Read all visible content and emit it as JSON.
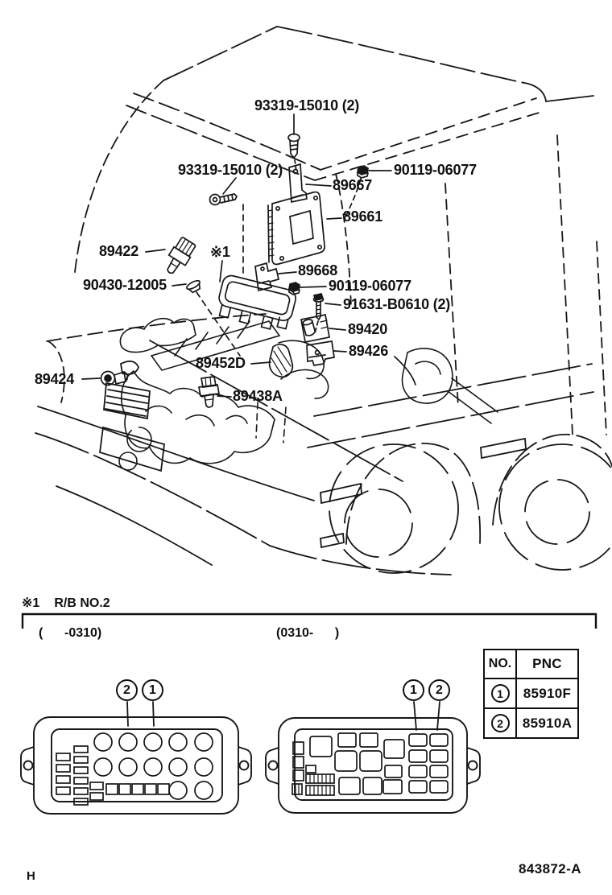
{
  "diagram": {
    "part_labels": [
      {
        "text": "93319-15010 (2)"
      },
      {
        "text": "93319-15010 (2)"
      },
      {
        "text": "90119-06077"
      },
      {
        "text": "89667"
      },
      {
        "text": "89661"
      },
      {
        "text": "89422"
      },
      {
        "text": "※1"
      },
      {
        "text": "89668"
      },
      {
        "text": "90430-12005"
      },
      {
        "text": "90119-06077"
      },
      {
        "text": "91631-B0610 (2)"
      },
      {
        "text": "89420"
      },
      {
        "text": "89426"
      },
      {
        "text": "89452D"
      },
      {
        "text": "89424"
      },
      {
        "text": "89438A"
      }
    ]
  },
  "note_section": {
    "marker": "※1",
    "title": "R/B NO.2",
    "variant_left": "(      -0310)",
    "variant_right": "(0310-      )"
  },
  "pnc_table": {
    "headers": [
      "NO.",
      "PNC"
    ],
    "rows": [
      {
        "no": "1",
        "pnc": "85910F"
      },
      {
        "no": "2",
        "pnc": "85910A"
      }
    ]
  },
  "callouts": {
    "left_box": [
      "2",
      "1"
    ],
    "right_box": [
      "1",
      "2"
    ]
  },
  "footer": {
    "left": "H",
    "right": "843872-A"
  },
  "colors": {
    "ink": "#111111",
    "paper": "#ffffff"
  }
}
